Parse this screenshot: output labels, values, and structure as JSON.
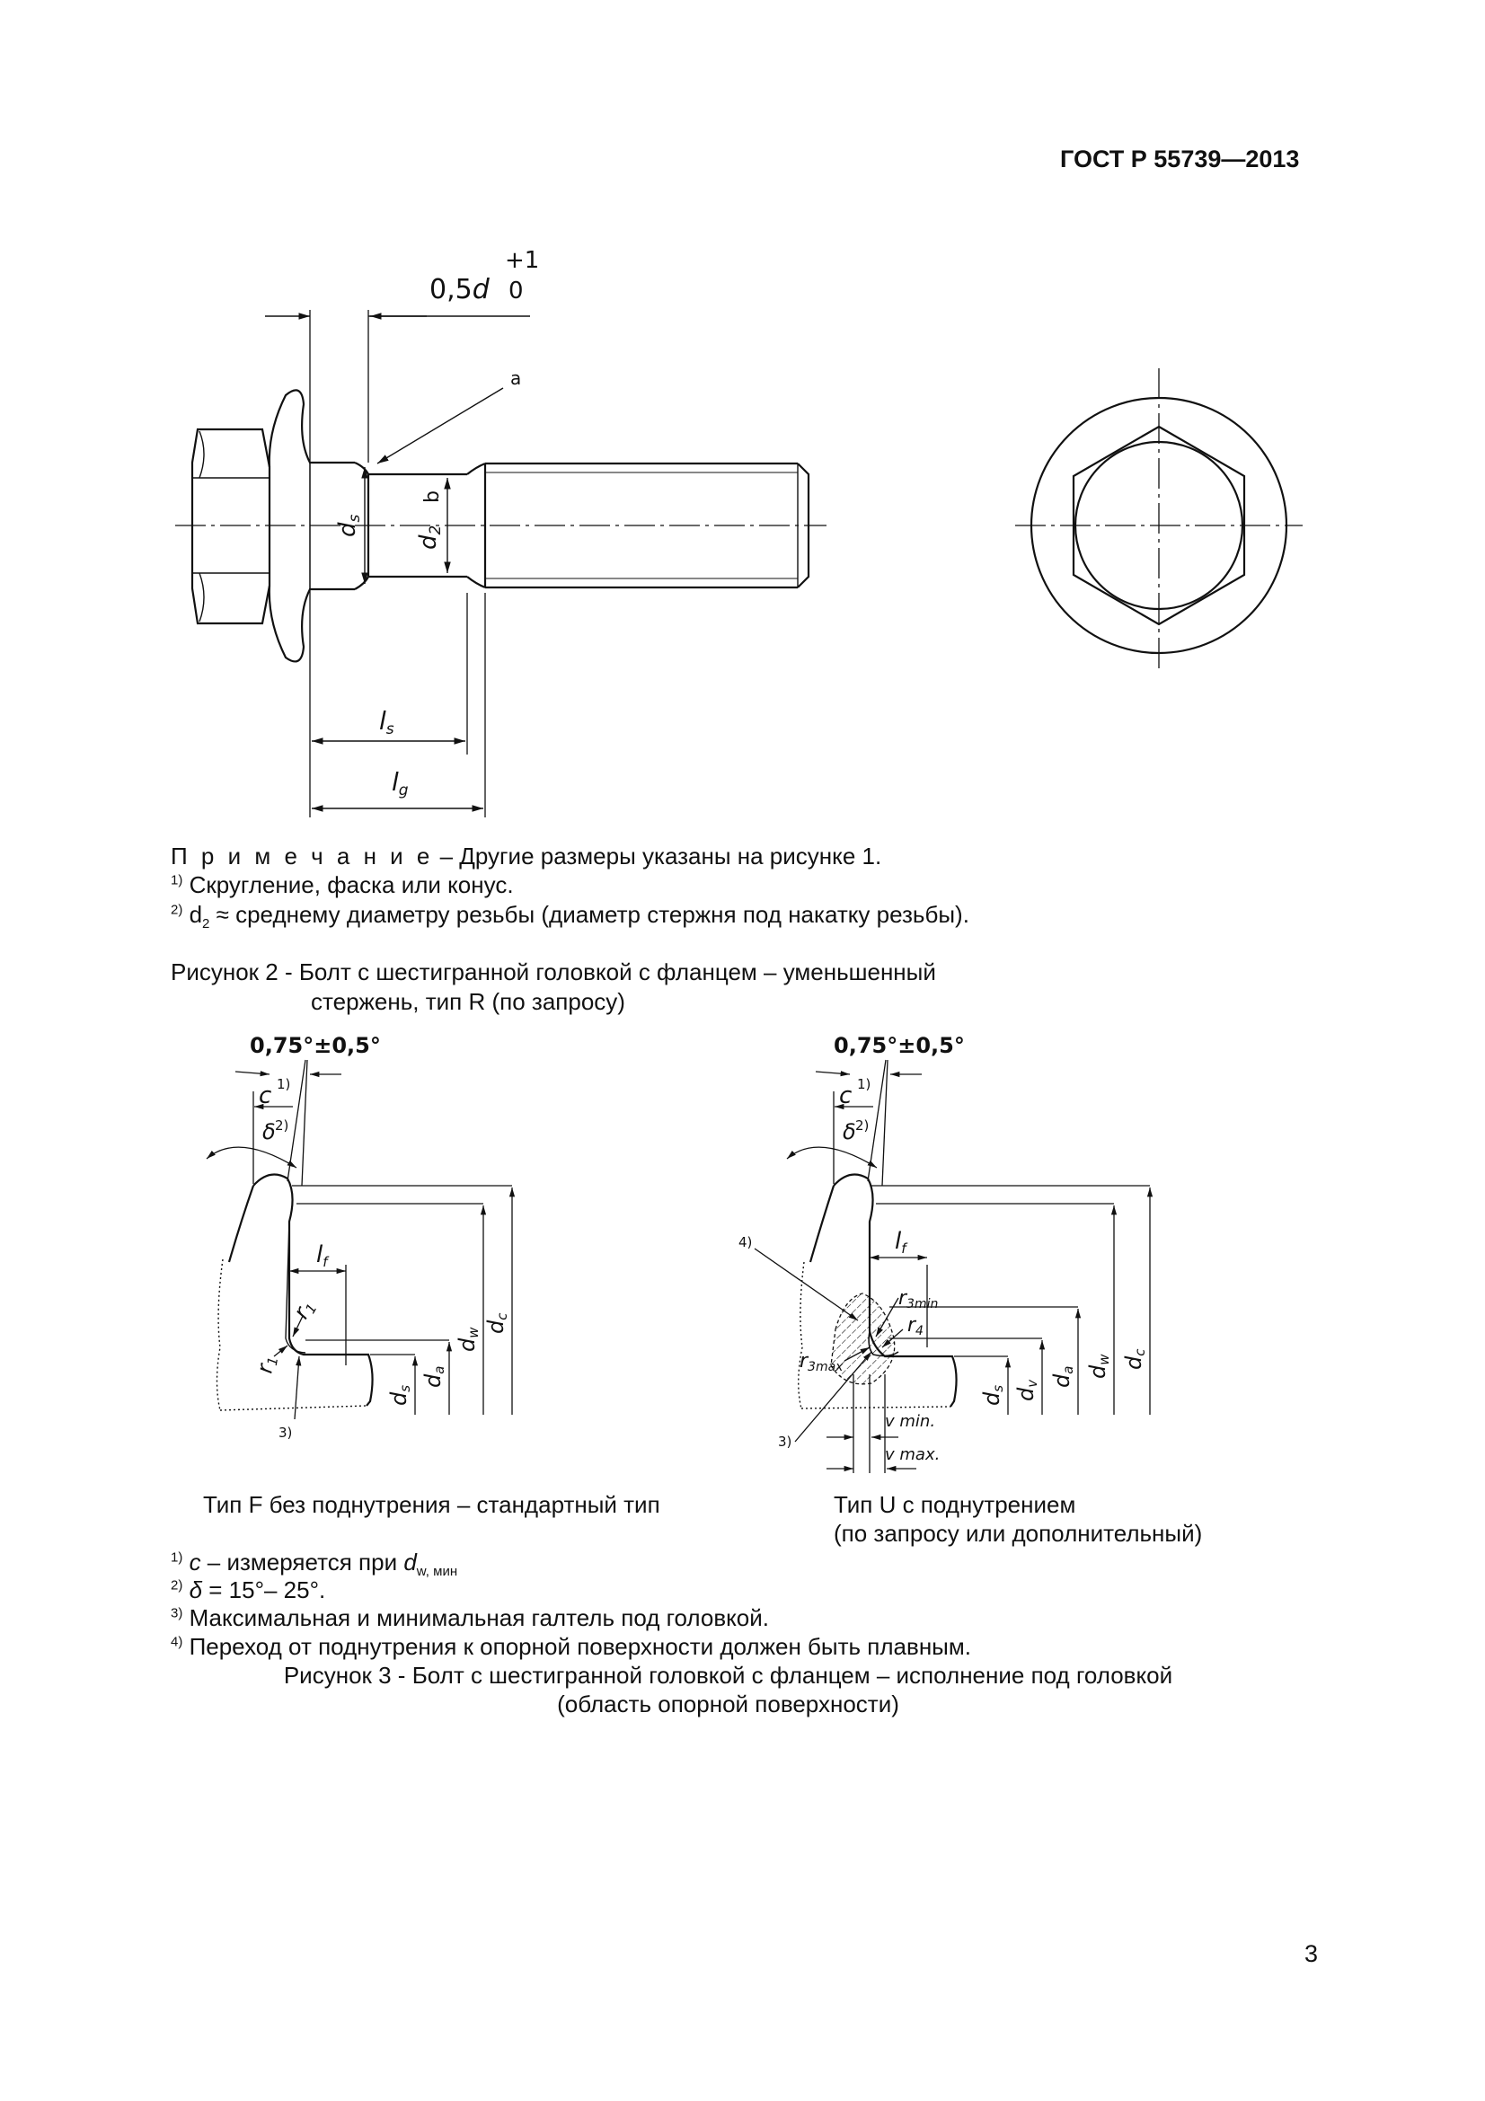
{
  "header": {
    "standard": "ГОСТ Р 55739—2013"
  },
  "figure2": {
    "dims": {
      "tol_main": "0,5",
      "tol_var": "d",
      "tol_upper": "+1",
      "tol_lower": "0",
      "callout_a": "a",
      "ds": "d",
      "ds_sub": "s",
      "d2": "d",
      "d2_sub": "2",
      "b": "b",
      "ls": "l",
      "ls_sub": "s",
      "lg": "l",
      "lg_sub": "g"
    },
    "note": {
      "label": "П р и м е ч а н и е",
      "text": " – Другие размеры указаны на рисунке 1.",
      "fn1_mark": "1)",
      "fn1_text": " Скругление, фаска или конус.",
      "fn2_mark": "2)",
      "fn2_d": " d",
      "fn2_sub": "2",
      "fn2_text": " ≈ среднему диаметру резьбы (диаметр стержня под накатку резьбы)."
    },
    "caption_line1": "Рисунок 2 - Болт с шестигранной головкой с фланцем – уменьшенный",
    "caption_line2": "стержень, тип R (по запросу)"
  },
  "figure3": {
    "left": {
      "angle": "0,75°±0,5°",
      "c": "c",
      "c_mark": "1)",
      "delta": "δ",
      "delta_mark": "2)",
      "lf": "l",
      "lf_sub": "f",
      "r1": "r",
      "r1_sub": "1",
      "ds": "d",
      "ds_sub": "s",
      "da": "d",
      "da_sub": "a",
      "dw": "d",
      "dw_sub": "w",
      "dc": "d",
      "dc_sub": "c",
      "mark3": "3)",
      "caption": "Тип F без поднутрения – стандартный тип"
    },
    "right": {
      "angle": "0,75°±0,5°",
      "c": "c",
      "c_mark": "1)",
      "delta": "δ",
      "delta_mark": "2)",
      "lf": "l",
      "lf_sub": "f",
      "mark4": "4)",
      "r3min": "r",
      "r3min_sub": "3min",
      "r4": "r",
      "r4_sub": "4",
      "r3max": "r",
      "r3max_sub": "3max",
      "ds": "d",
      "ds_sub": "s",
      "dv": "d",
      "dv_sub": "v",
      "da": "d",
      "da_sub": "a",
      "dw": "d",
      "dw_sub": "w",
      "dc": "d",
      "dc_sub": "c",
      "vmin": "v min.",
      "vmax": "v max.",
      "mark3": "3)",
      "caption_line1": "Тип U с поднутрением",
      "caption_line2": "(по запросу или дополнительный)"
    },
    "footnotes": {
      "f1_mark": "1)",
      "f1_c": " c",
      "f1_text": " – измеряется при ",
      "f1_d": "d",
      "f1_sub": "w, мин",
      "f2_mark": "2)",
      "f2_delta": " δ",
      "f2_text": " = 15°– 25°.",
      "f3_mark": "3)",
      "f3_text": " Максимальная и минимальная галтель под головкой.",
      "f4_mark": "4)",
      "f4_text": " Переход от поднутрения к опорной поверхности должен быть плавным."
    },
    "caption_line1": "Рисунок 3 - Болт с шестигранной головкой с фланцем – исполнение под головкой",
    "caption_line2": "(область опорной поверхности)"
  },
  "page": {
    "number": "3"
  }
}
